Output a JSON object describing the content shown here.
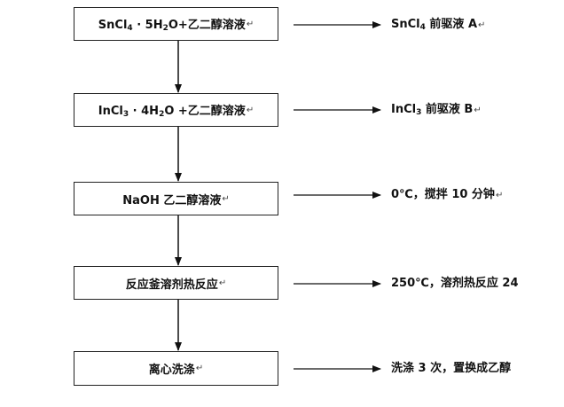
{
  "flowchart": {
    "steps": [
      {
        "box": {
          "parts": [
            "SnCl",
            "4",
            " ·  5H",
            "2",
            "O+乙二醇溶液"
          ],
          "mark": "↵"
        },
        "note": {
          "parts": [
            "SnCl",
            "4",
            " 前驱液 A"
          ],
          "mark": "↵"
        }
      },
      {
        "box": {
          "parts": [
            "InCl",
            "3",
            " ·  4H",
            "2",
            "O +乙二醇溶液"
          ],
          "mark": "↵"
        },
        "note": {
          "parts": [
            "InCl",
            "3",
            " 前驱液 B"
          ],
          "mark": "↵"
        }
      },
      {
        "box": {
          "text": "NaOH 乙二醇溶液",
          "mark": "↵"
        },
        "note": {
          "text": "0℃，搅拌 10 分钟",
          "mark": "↵"
        }
      },
      {
        "box": {
          "text": "反应釜溶剂热反应",
          "mark": "↵"
        },
        "note": {
          "text": "250℃，溶剂热反应 24",
          "mark": ""
        }
      },
      {
        "box": {
          "text": "离心洗涤",
          "mark": "↵"
        },
        "note": {
          "text": "洗涤 3 次，置换成乙醇",
          "mark": ""
        }
      }
    ],
    "colors": {
      "line": "#111111",
      "box_border": "#222222",
      "background": "#ffffff"
    }
  }
}
